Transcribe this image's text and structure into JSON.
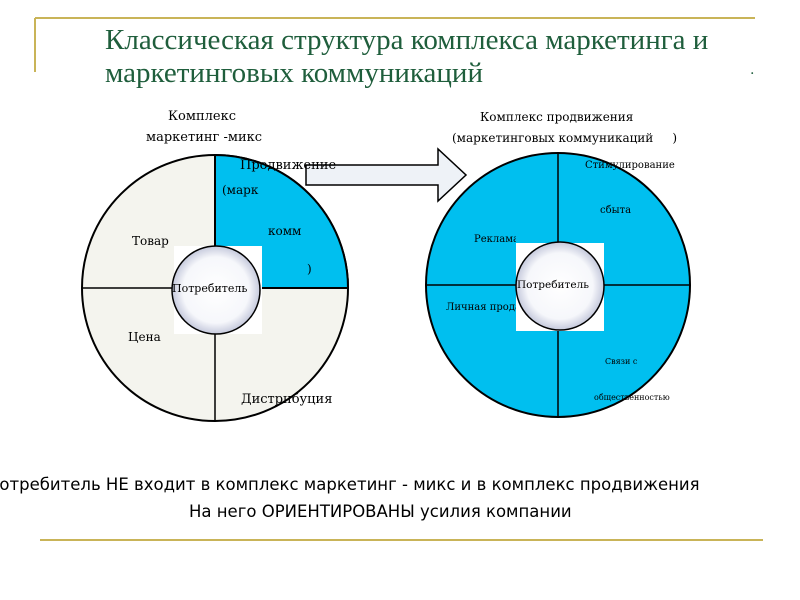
{
  "slide": {
    "title": "Классическая структура комплекса маркетинга и маркетинговых коммуникаций",
    "dot": "."
  },
  "left_diagram": {
    "heading_line1": "Комплекс",
    "heading_line2": "маркетинг  -микс",
    "center": "Потребитель",
    "product": "Товар",
    "price": "Цена",
    "distribution": "Дистрибуция",
    "promotion_line1": "Продвижение",
    "promotion_line2": "(марк",
    "promotion_line3": "комм",
    "promotion_line4": ")"
  },
  "right_diagram": {
    "heading_line1": "Комплекс продвижения",
    "heading_line2": "(маркетинговых коммуникаций     )",
    "center": "Потребитель",
    "sales_line1": "Стимулирование",
    "sales_line2": "сбыта",
    "advertising": "Реклама",
    "personal_sales": "Личная продажа",
    "pr_line1": "Связи с",
    "pr_line2": "общественностью"
  },
  "footer": {
    "line1": "Потребитель НЕ входит в комплекс маркетинг - микс и в комплекс продвижения",
    "line2": "На него ОРИЕНТИРОВАНЫ усилия компании"
  },
  "colors": {
    "accent_line": "#c9b458",
    "title": "#1f5e3c",
    "promo_fill": "#00bfef",
    "ring_fill": "#f4f4ee"
  }
}
